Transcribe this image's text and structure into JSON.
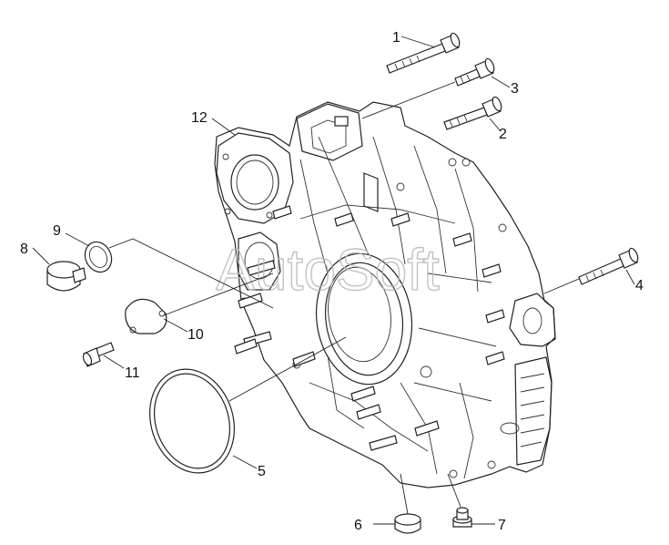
{
  "watermark": {
    "text": "AutoSoft"
  },
  "callouts": [
    {
      "id": "1",
      "label": "1"
    },
    {
      "id": "2",
      "label": "2"
    },
    {
      "id": "3",
      "label": "3"
    },
    {
      "id": "4",
      "label": "4"
    },
    {
      "id": "5",
      "label": "5"
    },
    {
      "id": "6",
      "label": "6"
    },
    {
      "id": "7",
      "label": "7"
    },
    {
      "id": "8",
      "label": "8"
    },
    {
      "id": "9",
      "label": "9"
    },
    {
      "id": "10",
      "label": "10"
    },
    {
      "id": "11",
      "label": "11"
    },
    {
      "id": "12",
      "label": "12"
    }
  ],
  "colors": {
    "line": "#222222",
    "background": "#ffffff",
    "watermark": "#b8b8b8"
  }
}
